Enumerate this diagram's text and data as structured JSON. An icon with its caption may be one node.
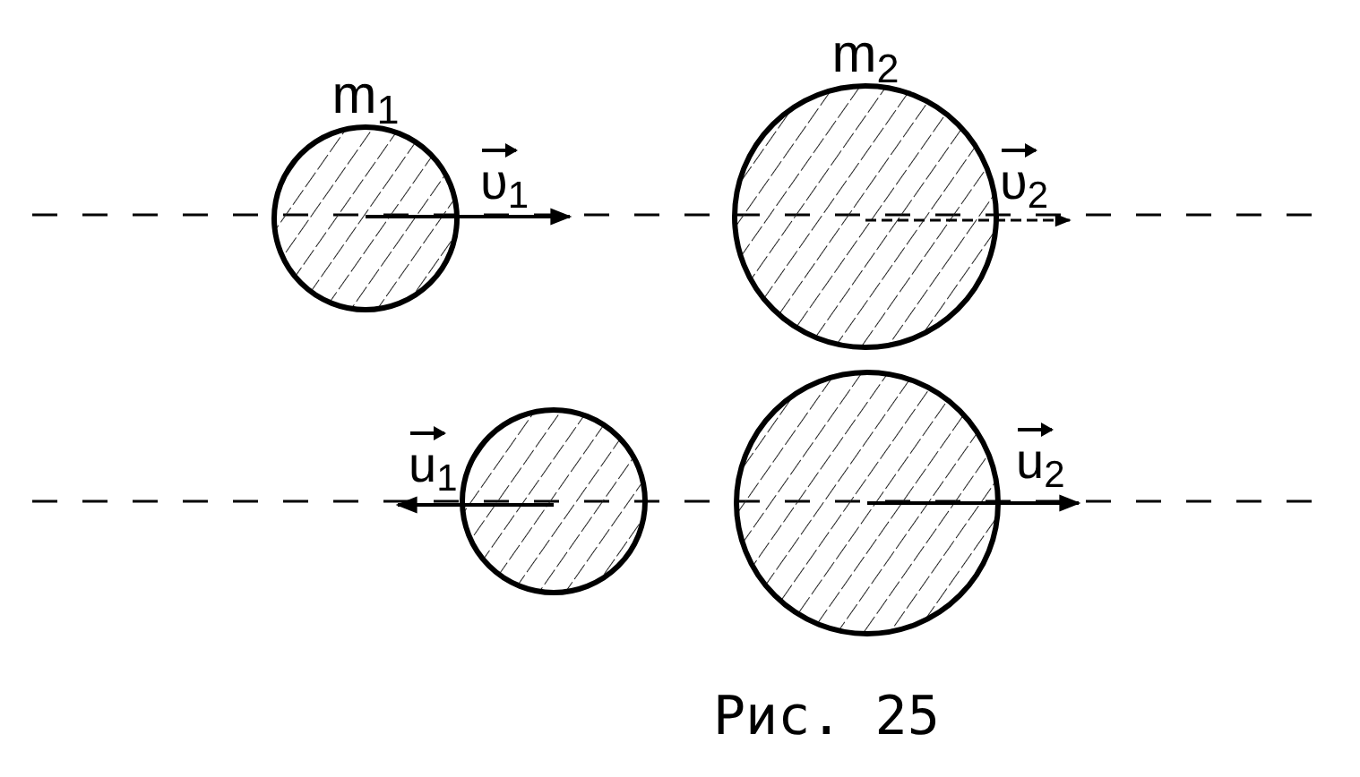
{
  "diagram": {
    "caption": "Рис. 25",
    "nodes": [
      {
        "text": [
          "m$_{1}$"
        ]
      },
      {
        "text": [
          "m$_{2}$"
        ]
      },
      {
        "text": [],
        "shape": "circle"
      },
      {
        "text": [],
        "shape": "circle"
      }
    ],
    "labels": [
      "υ$_{1}$",
      "υ$_{2}$",
      "u$_{1}$",
      "u$_{2}$"
    ]
  }
}
